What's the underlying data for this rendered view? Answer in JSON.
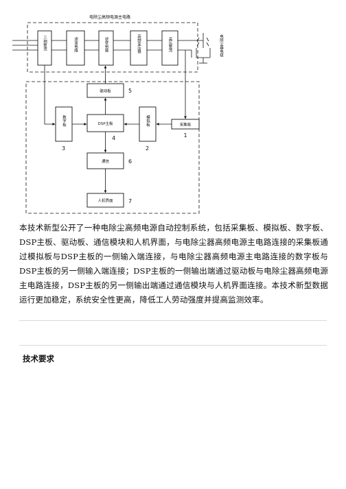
{
  "diagram": {
    "title": "电除尘高频电源主电路",
    "blocks": {
      "rectifier": "三相整流",
      "filter": "滤波电路",
      "inverter": "逆变电路",
      "transformer": "高频变压器",
      "hv_rectifier": "高压整流",
      "precipitator": "电除尘器电极",
      "acquisition": "采集板",
      "analog": "模拟板",
      "dsp": "DSP主板",
      "digital": "数字板",
      "driver": "驱动板",
      "comm": "通信",
      "hmi": "人机界面"
    },
    "numbers": {
      "acquisition": "1",
      "analog": "2",
      "digital": "3",
      "dsp": "4",
      "driver": "5",
      "comm": "6",
      "hmi": "7"
    }
  },
  "abstract": "本技术新型公开了一种电除尘高频电源自动控制系统，包括采集板、模拟板、数字板、DSP主板、驱动板、通信模块和人机界面，与电除尘器高频电源主电路连接的采集板通过模拟板与DSP主板的一侧输入端连接，与电除尘器高频电源主电路连接的数字板与DSP主板的另一侧输入端连接；DSP主板的一侧输出端通过驱动板与电除尘器高频电源主电路连接，DSP主板的另一侧输出端通过通信模块与人机界面连接。本技术新型数据运行更加稳定，系统安全性更高，降低工人劳动强度并提高监测效率。",
  "section": {
    "title": "技术要求"
  },
  "colors": {
    "line": "#111111",
    "rule": "#d9d9d9"
  }
}
